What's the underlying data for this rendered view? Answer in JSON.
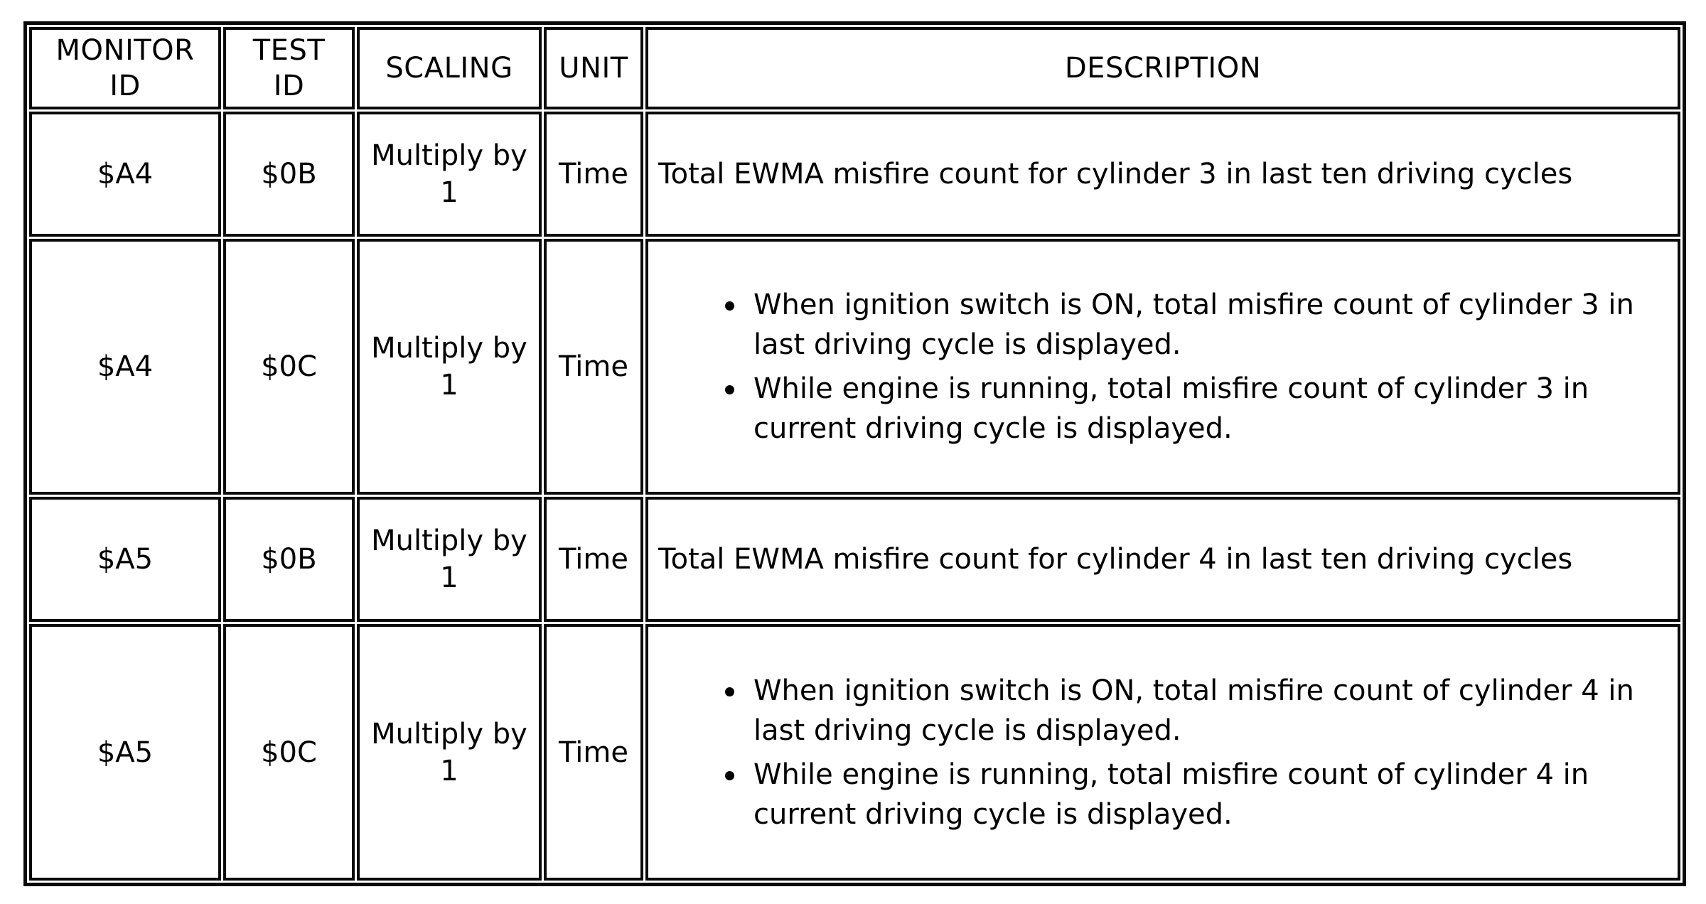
{
  "table": {
    "columns": [
      {
        "id": "monitor-id",
        "label": "MONITOR\nID",
        "label_lines": [
          "MONITOR",
          "ID"
        ]
      },
      {
        "id": "test-id",
        "label": "TEST\nID",
        "label_lines": [
          "TEST",
          "ID"
        ]
      },
      {
        "id": "scaling",
        "label": "SCALING",
        "label_lines": [
          "SCALING"
        ]
      },
      {
        "id": "unit",
        "label": "UNIT",
        "label_lines": [
          "UNIT"
        ]
      },
      {
        "id": "description",
        "label": "DESCRIPTION",
        "label_lines": [
          "DESCRIPTION"
        ]
      }
    ],
    "header": {
      "monitor_id": "MONITOR ID",
      "monitor_id_line1": "MONITOR",
      "monitor_id_line2": "ID",
      "test_id_line1": "TEST",
      "test_id_line2": "ID",
      "scaling": "SCALING",
      "unit": "UNIT",
      "description": "DESCRIPTION"
    },
    "rows": [
      {
        "monitor_id": "$A4",
        "test_id": "$0B",
        "scaling_line1": "Multiply by",
        "scaling_line2": "1",
        "unit": "Time",
        "description_type": "plain",
        "description": "Total EWMA misfire count for cylinder 3 in last ten driving cycles",
        "bullets": []
      },
      {
        "monitor_id": "$A4",
        "test_id": "$0C",
        "scaling_line1": "Multiply by",
        "scaling_line2": "1",
        "unit": "Time",
        "description_type": "bullets",
        "description": "",
        "bullets": [
          "When ignition switch is ON, total misfire count of cylinder 3 in last driving cycle is displayed.",
          "While engine is running, total misfire count of cylinder 3 in current driving cycle is displayed."
        ]
      },
      {
        "monitor_id": "$A5",
        "test_id": "$0B",
        "scaling_line1": "Multiply by",
        "scaling_line2": "1",
        "unit": "Time",
        "description_type": "plain",
        "description": "Total EWMA misfire count for cylinder 4 in last ten driving cycles",
        "bullets": []
      },
      {
        "monitor_id": "$A5",
        "test_id": "$0C",
        "scaling_line1": "Multiply by",
        "scaling_line2": "1",
        "unit": "Time",
        "description_type": "bullets",
        "description": "",
        "bullets": [
          "When ignition switch is ON, total misfire count of cylinder 4 in last driving cycle is displayed.",
          "While engine is running, total misfire count of cylinder 4 in current driving cycle is displayed."
        ]
      }
    ]
  },
  "style": {
    "border_color": "#0a0a0a",
    "text_color": "#000000",
    "background": "#ffffff"
  }
}
